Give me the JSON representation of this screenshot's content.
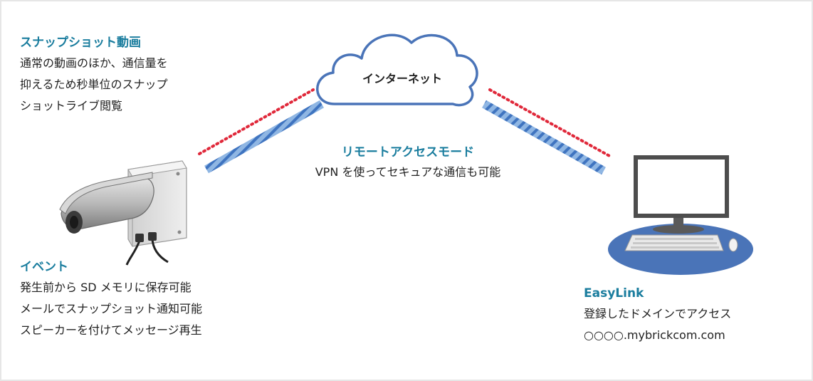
{
  "cloud": {
    "label": "インターネット"
  },
  "snapshot": {
    "title": "スナップショット動画",
    "lines": [
      "通常の動画のほか、通信量を",
      "抑えるため秒単位のスナップ",
      "ショットライブ閲覧"
    ]
  },
  "remote": {
    "title": "リモートアクセスモード",
    "description": "VPN を使ってセキュアな通信も可能"
  },
  "event": {
    "title": "イベント",
    "lines": [
      "発生前から SD メモリに保存可能",
      "メールでスナップショット通知可能",
      "スピーカーを付けてメッセージ再生"
    ]
  },
  "easylink": {
    "title": "EasyLink",
    "lines": [
      "登録したドメインでアクセス",
      "○○○○.mybrickcom.com"
    ]
  },
  "colors": {
    "accent_title": "#1a7d9e",
    "cable_blue": "#5a8fcf",
    "dotted_red": "#e0283a",
    "cloud_stroke": "#4a74b8",
    "desk_blue": "#4a74b8"
  }
}
